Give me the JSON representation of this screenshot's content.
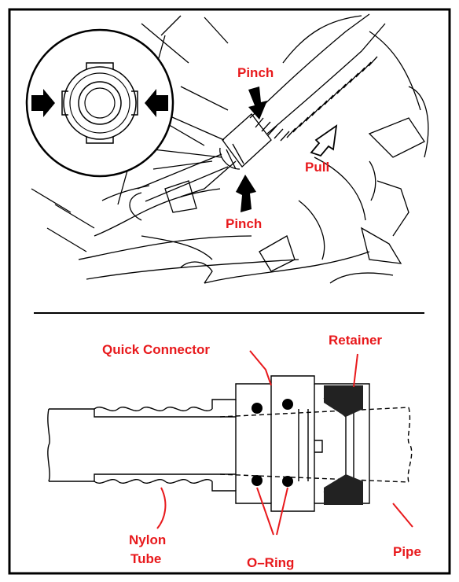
{
  "colors": {
    "label": "#e8191c",
    "line": "#000000",
    "background": "#ffffff"
  },
  "top_view": {
    "labels": {
      "pinch_top": "Pinch",
      "pinch_bottom": "Pinch",
      "pull": "Pull"
    }
  },
  "cross_section": {
    "labels": {
      "quick_connector": "Quick Connector",
      "retainer": "Retainer",
      "nylon_tube_line1": "Nylon",
      "nylon_tube_line2": "Tube",
      "o_ring": "O–Ring",
      "pipe": "Pipe"
    }
  }
}
